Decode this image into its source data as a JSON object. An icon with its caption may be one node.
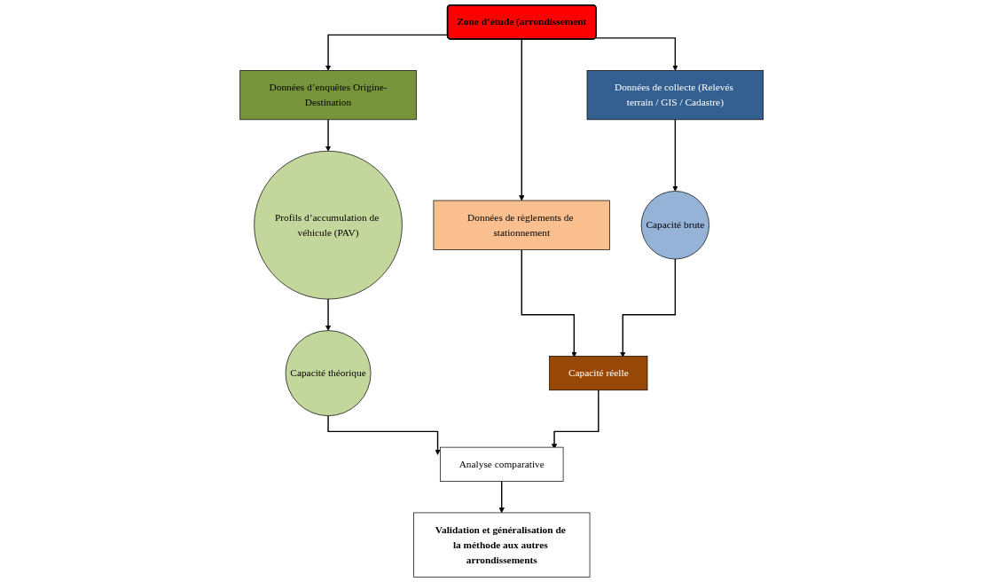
{
  "diagram": {
    "nodes": [
      {
        "text": [
          "Zone d’étude (arrondissement"
        ]
      },
      {
        "text": [
          "Données d’enquêtes Origine-Destination"
        ]
      },
      {
        "text": [
          "Données de collecte (Relevés terrain / GIS / Cadastre)"
        ]
      },
      {
        "text": [
          "Données de règlements de stationnement"
        ]
      },
      {
        "text": [
          "Profils d’accumulation de véhicule (PAV)"
        ]
      },
      {
        "text": [
          "Capacité théorique"
        ]
      },
      {
        "text": [
          "Capacité brute"
        ]
      },
      {
        "text": [
          "Capacité réelle"
        ]
      },
      {
        "text": [
          "Analyse comparative"
        ]
      },
      {
        "text": [
          "Validation et généralisation de la méthode aux autres arrondissements"
        ]
      }
    ],
    "edges": [
      {
        "from": 0,
        "to": 1,
        "arrow": "to"
      },
      {
        "from": 0,
        "to": 2,
        "arrow": "to"
      },
      {
        "from": 0,
        "to": 3,
        "arrow": "to"
      },
      {
        "from": 1,
        "to": 4,
        "arrow": "to"
      },
      {
        "from": 4,
        "to": 5,
        "arrow": "to"
      },
      {
        "from": 2,
        "to": 6,
        "arrow": "to"
      },
      {
        "from": 3,
        "to": 7,
        "arrow": "to"
      },
      {
        "from": 6,
        "to": 7,
        "arrow": "to"
      },
      {
        "from": 5,
        "to": 8,
        "arrow": "to"
      },
      {
        "from": 7,
        "to": 8,
        "arrow": "to"
      },
      {
        "from": 8,
        "to": 9,
        "arrow": "to"
      }
    ]
  }
}
